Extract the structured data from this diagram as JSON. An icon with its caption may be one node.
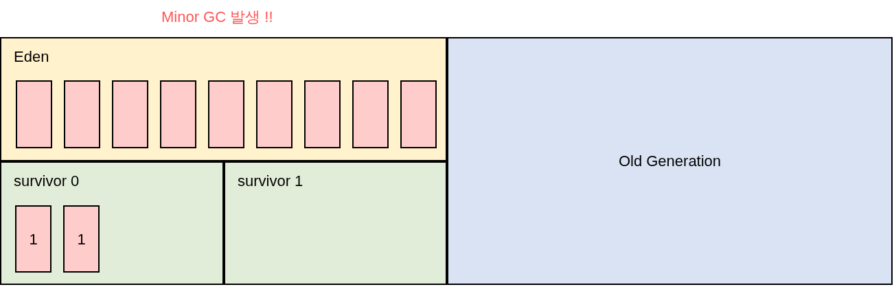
{
  "diagram": {
    "title": "Minor GC 발생 !!",
    "nodes": [
      {
        "text": [
          "Eden"
        ]
      },
      {
        "text": [],
        "shape": "box",
        "in": 0
      },
      {
        "text": [],
        "shape": "box",
        "in": 0
      },
      {
        "text": [],
        "shape": "box",
        "in": 0
      },
      {
        "text": [],
        "shape": "box",
        "in": 0
      },
      {
        "text": [],
        "shape": "box",
        "in": 0
      },
      {
        "text": [],
        "shape": "box",
        "in": 0
      },
      {
        "text": [],
        "shape": "box",
        "in": 0
      },
      {
        "text": [],
        "shape": "box",
        "in": 0
      },
      {
        "text": [],
        "shape": "box",
        "in": 0
      },
      {
        "text": [
          "survivor 0"
        ]
      },
      {
        "text": [
          "1"
        ],
        "in": 10
      },
      {
        "text": [
          "1"
        ],
        "in": 10
      },
      {
        "text": [
          "survivor 1"
        ]
      },
      {
        "text": [
          "Old Generation"
        ]
      }
    ]
  }
}
